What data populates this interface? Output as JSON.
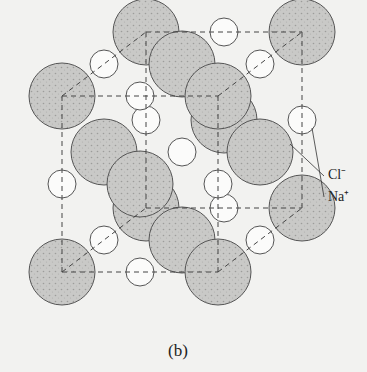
{
  "diagram": {
    "caption": "(b)",
    "labels": [
      "Cl⁻",
      "Na⁺"
    ]
  }
}
